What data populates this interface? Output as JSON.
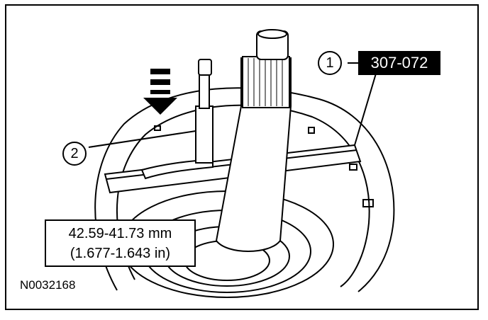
{
  "callouts": [
    {
      "number": "1",
      "tool_number": "307-072"
    },
    {
      "number": "2"
    }
  ],
  "specification": {
    "metric": "42.59-41.73 mm",
    "imperial": "(1.677-1.643 in)"
  },
  "figure_id": "N0032168",
  "colors": {
    "ink": "#000000",
    "paper": "#ffffff"
  },
  "icons": [
    "push-down-arrow-icon"
  ]
}
